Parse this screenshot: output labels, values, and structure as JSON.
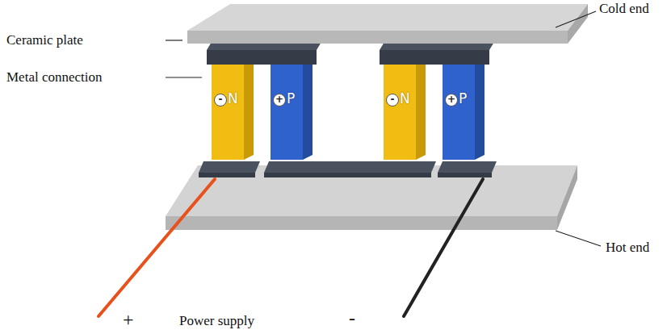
{
  "diagram": {
    "nodes": [
      {
        "text": [
          "-",
          "N"
        ]
      },
      {
        "text": [
          "+",
          "P"
        ]
      },
      {
        "text": [
          "-",
          "N"
        ]
      },
      {
        "text": [
          "+",
          "P"
        ]
      }
    ],
    "labels": [
      "Cold end",
      "Ceramic plate",
      "Metal connection",
      "Hot end",
      "+",
      "Power supply",
      "-"
    ]
  }
}
